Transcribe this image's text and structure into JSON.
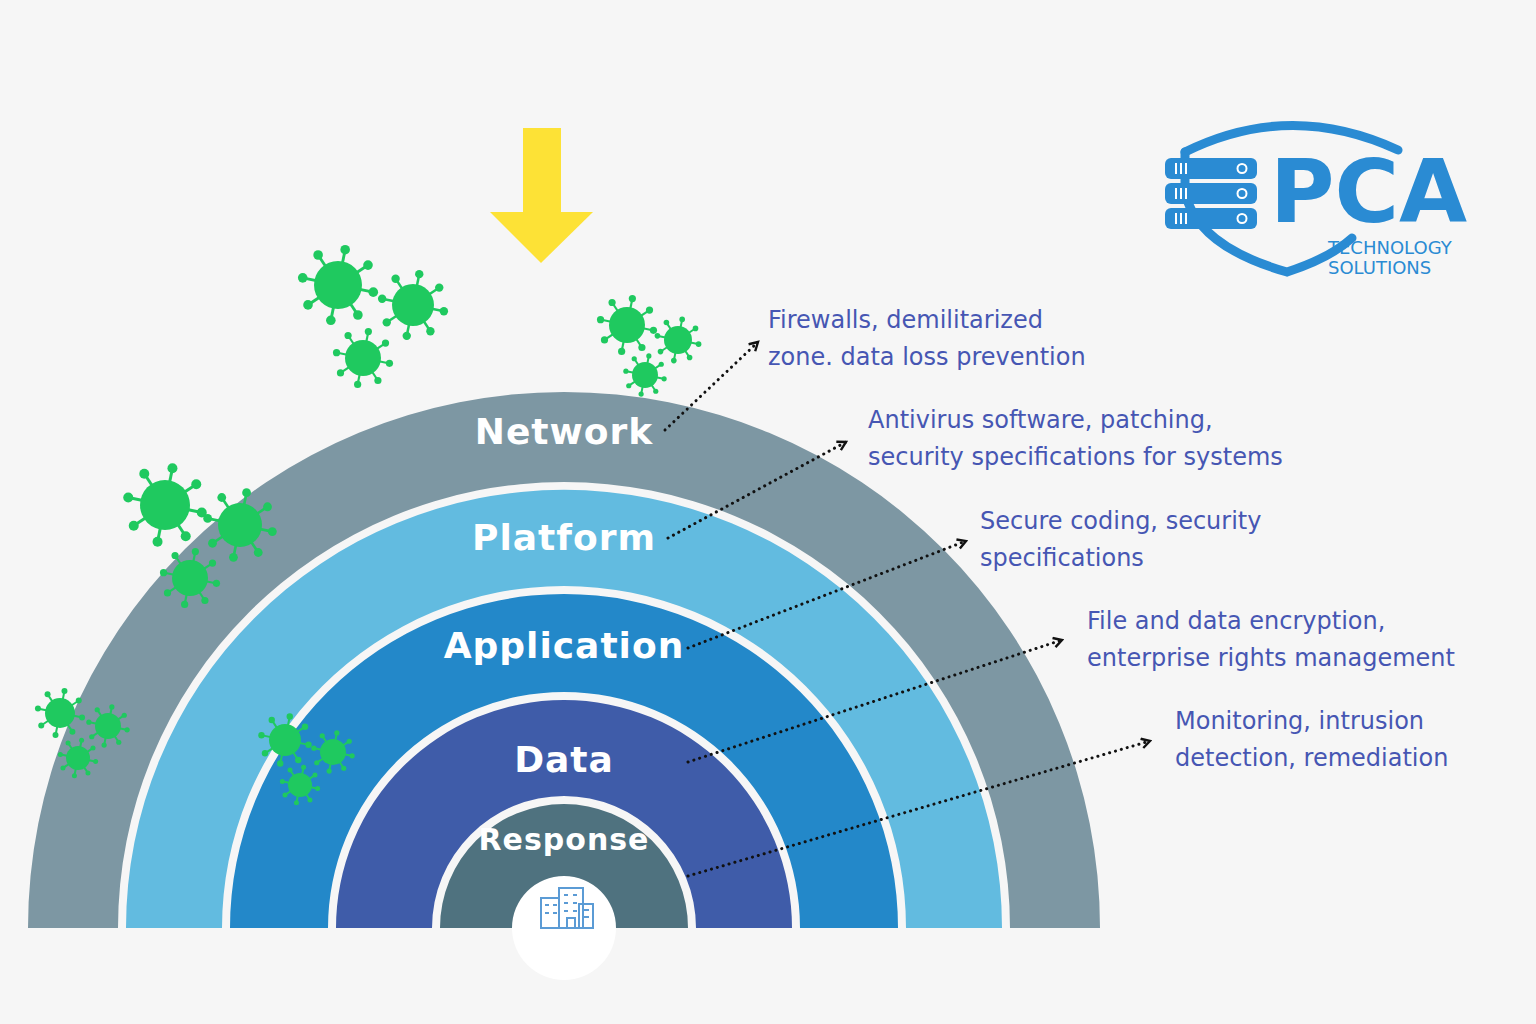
{
  "diagram": {
    "nodes": [
      {
        "text": [
          "Network"
        ]
      },
      {
        "text": [
          "Platform"
        ],
        "in": 0
      },
      {
        "text": [
          "Application"
        ],
        "in": 1
      },
      {
        "text": [
          "Data"
        ],
        "in": 2
      },
      {
        "text": [
          "Response"
        ],
        "in": 3
      }
    ],
    "labels": [
      "Firewalls, demilitarized zone. data loss prevention",
      "Antivirus software, patching, security specifications for systems",
      "Secure coding, security specifications",
      "File and data encryption, enterprise rights management",
      "Monitoring, intrusion detection, remediation",
      "PCA",
      "TECHNOLOGY SOLUTIONS"
    ]
  }
}
